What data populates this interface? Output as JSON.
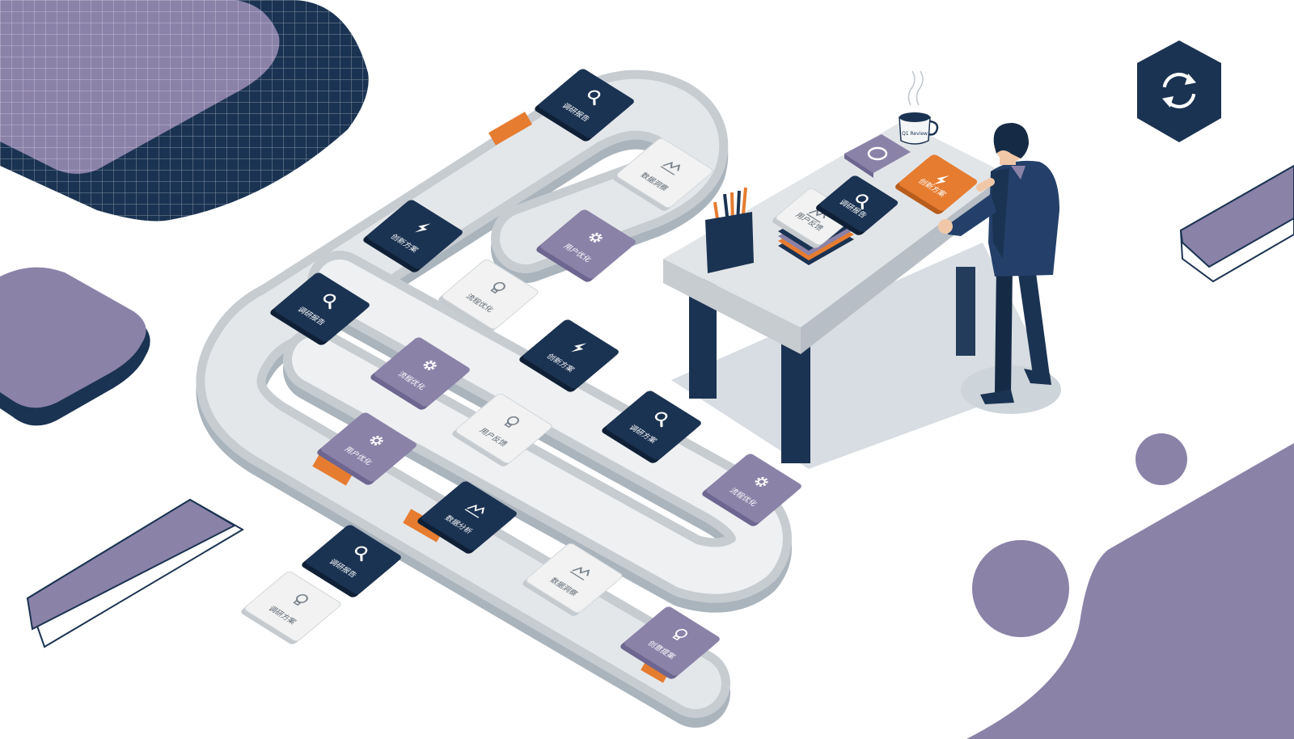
{
  "palette": {
    "navy": "#1b3352",
    "purple": "#8b82a8",
    "orange": "#e67c30",
    "light_gray": "#e4e7ea",
    "mid_gray": "#c7ccd1",
    "white_card": "#f1f2f1",
    "shadow": "#aab4bd"
  },
  "belt_cards": [
    {
      "label": "调研报告",
      "icon": "search-icon",
      "color": "navy"
    },
    {
      "label": "数据洞察",
      "icon": "chart-icon",
      "color": "white"
    },
    {
      "label": "用户优化",
      "icon": "gear-icon",
      "color": "purple"
    },
    {
      "label": "创新方案",
      "icon": "lightning-icon",
      "color": "navy"
    },
    {
      "label": "调研报告",
      "icon": "search-icon",
      "color": "navy"
    },
    {
      "label": "流程优化",
      "icon": "bulb-icon",
      "color": "white"
    },
    {
      "label": "创新方案",
      "icon": "lightning-icon",
      "color": "navy"
    },
    {
      "label": "流程优化",
      "icon": "gear-icon",
      "color": "purple"
    },
    {
      "label": "用户反馈",
      "icon": "bulb-icon",
      "color": "white"
    },
    {
      "label": "调研方案",
      "icon": "search-icon",
      "color": "navy"
    },
    {
      "label": "用户优化",
      "icon": "gear-icon",
      "color": "purple"
    },
    {
      "label": "流程优化",
      "icon": "gear-icon",
      "color": "purple"
    },
    {
      "label": "数据分析",
      "icon": "chart-icon",
      "color": "navy"
    },
    {
      "label": "数据洞察",
      "icon": "chart-icon",
      "color": "white"
    },
    {
      "label": "创意提案",
      "icon": "bulb-icon",
      "color": "purple"
    }
  ],
  "loose_cards": [
    {
      "label": "调研报告",
      "icon": "search-icon",
      "color": "navy"
    },
    {
      "label": "调研方案",
      "icon": "bulb-icon",
      "color": "white"
    }
  ],
  "desk_cards": [
    {
      "label": "用户反馈",
      "icon": "chart-icon",
      "color": "white"
    },
    {
      "label": "调研报告",
      "icon": "search-icon",
      "color": "navy"
    },
    {
      "label": "创新方案",
      "icon": "lightning-icon",
      "color": "orange"
    }
  ],
  "mug_label": "Q1 Review",
  "badge_icon": "refresh-icon"
}
